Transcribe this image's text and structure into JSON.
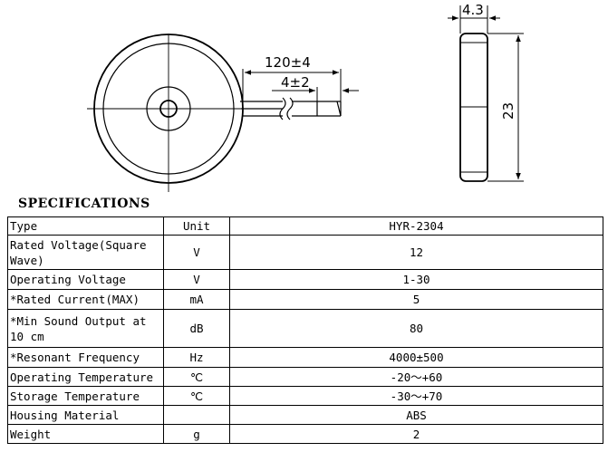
{
  "drawing": {
    "dim_cable_length": "120±4",
    "dim_strip_length": "4±2",
    "dim_thickness": "4.3",
    "dim_diameter": "23"
  },
  "spec_title": "SPECIFICATIONS",
  "table": {
    "rows": [
      {
        "param": "Type",
        "unit": "Unit",
        "value": "HYR-2304"
      },
      {
        "param": "Rated Voltage(Square Wave)",
        "unit": "V",
        "value": "12"
      },
      {
        "param": "Operating Voltage",
        "unit": "V",
        "value": "1-30"
      },
      {
        "param": "*Rated Current(MAX)",
        "unit": "mA",
        "value": "5"
      },
      {
        "param": "*Min Sound Output at 10 cm",
        "unit": "dB",
        "value": "80"
      },
      {
        "param": "*Resonant Frequency",
        "unit": "Hz",
        "value": "4000±500"
      },
      {
        "param": "Operating Temperature",
        "unit": "℃",
        "value": "-20～+60"
      },
      {
        "param": "Storage Temperature",
        "unit": "℃",
        "value": "-30～+70"
      },
      {
        "param": "Housing Material",
        "unit": "",
        "value": "ABS"
      },
      {
        "param": "Weight",
        "unit": "g",
        "value": "2"
      }
    ]
  }
}
